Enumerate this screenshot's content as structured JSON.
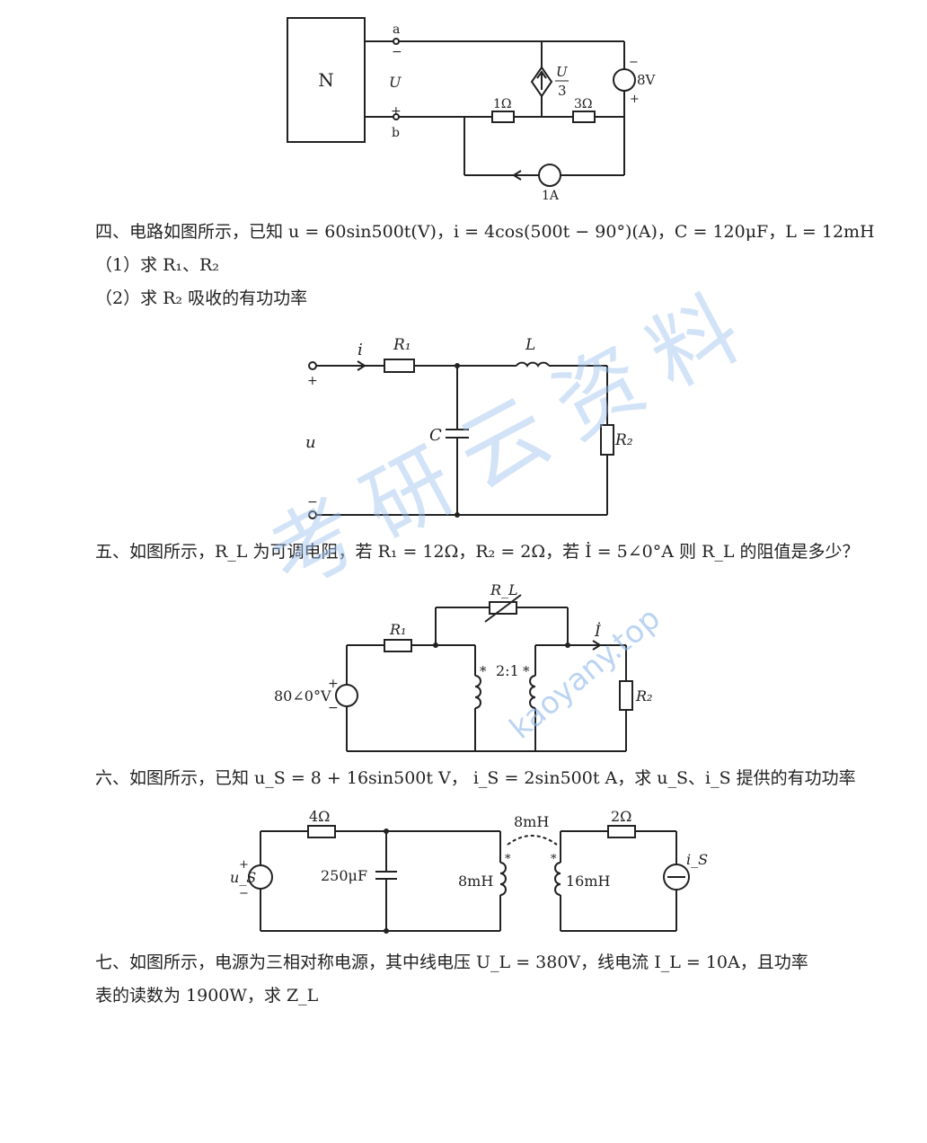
{
  "fig3": {
    "N": "N",
    "a": "a",
    "b": "b",
    "minus": "−",
    "plus": "+",
    "U": "U",
    "ctrl_num": "U",
    "ctrl_den": "3",
    "v8": "8V",
    "v8_minus": "−",
    "v8_plus": "+",
    "r1": "1Ω",
    "r3": "3Ω",
    "i1": "1A"
  },
  "q4": {
    "line1": "四、电路如图所示，已知 u = 60sin500t(V)，i = 4cos(500t − 90°)(A)，C = 120μF，L = 12mH",
    "line2": "（1）求 R₁、R₂",
    "line3": "（2）求 R₂ 吸收的有功功率",
    "fig": {
      "i": "i",
      "R1": "R₁",
      "L": "L",
      "plus": "+",
      "u": "u",
      "C": "C",
      "R2": "R₂",
      "minus": "−"
    }
  },
  "q5": {
    "line1": "五、如图所示，R_L 为可调电阻，若 R₁ = 12Ω，R₂ = 2Ω，若 İ = 5∠0°A  则 R_L 的阻值是多少？",
    "fig": {
      "RL": "R_L",
      "R1": "R₁",
      "ratio": "2:1",
      "dot": "*",
      "I": "İ",
      "src": "80∠0°V",
      "plus": "+",
      "minus": "−",
      "R2": "R₂"
    }
  },
  "q6": {
    "line1": "六、如图所示，已知 u_S = 8 + 16sin500t V， i_S = 2sin500t A，求 u_S、i_S 提供的有功功率",
    "fig": {
      "r4": "4Ω",
      "cap": "250μF",
      "us": "u_S",
      "plus": "+",
      "minus": "−",
      "m": "8mH",
      "l1": "8mH",
      "l2": "16mH",
      "r2": "2Ω",
      "is": "i_S",
      "dot": "*"
    }
  },
  "q7": {
    "line1": "七、如图所示，电源为三相对称电源，其中线电压 U_L = 380V，线电流 I_L = 10A，且功率",
    "line2": "表的读数为 1900W，求 Z_L"
  },
  "watermark": {
    "text": "考研云资料",
    "url": "kaoyany.top"
  }
}
